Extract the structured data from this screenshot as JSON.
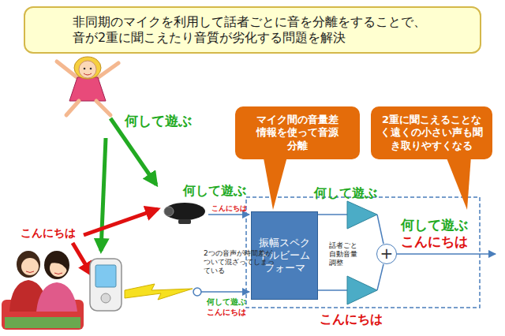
{
  "diagram": {
    "nodes": [
      {
        "text": [
          "非同期のマイクを利用して話者ごとに音を分離をすることで、音が2重に聞こえたり音質が劣化する問題を解決"
        ]
      },
      {
        "text": [
          "マイク間の音量差情報を使って音源分離"
        ]
      },
      {
        "text": [
          "2重に聞こえることなく遠くの小さい声も聞き取りやすくなる"
        ]
      },
      {
        "text": [
          "振幅スペクトルビームフォーマ"
        ]
      },
      {
        "text": [
          "+"
        ]
      }
    ],
    "labels": [
      "何して遊ぶ",
      "何して遊ぶ",
      "何して遊ぶ",
      "こんにちは",
      "こんにちは",
      "何して遊ぶ",
      "こんにちは",
      "2つの音声が時間差がついて混ざってしまっている",
      "話者ごと自動音量調整",
      "何して遊ぶ",
      "こんにちは",
      "こんにちは"
    ]
  }
}
